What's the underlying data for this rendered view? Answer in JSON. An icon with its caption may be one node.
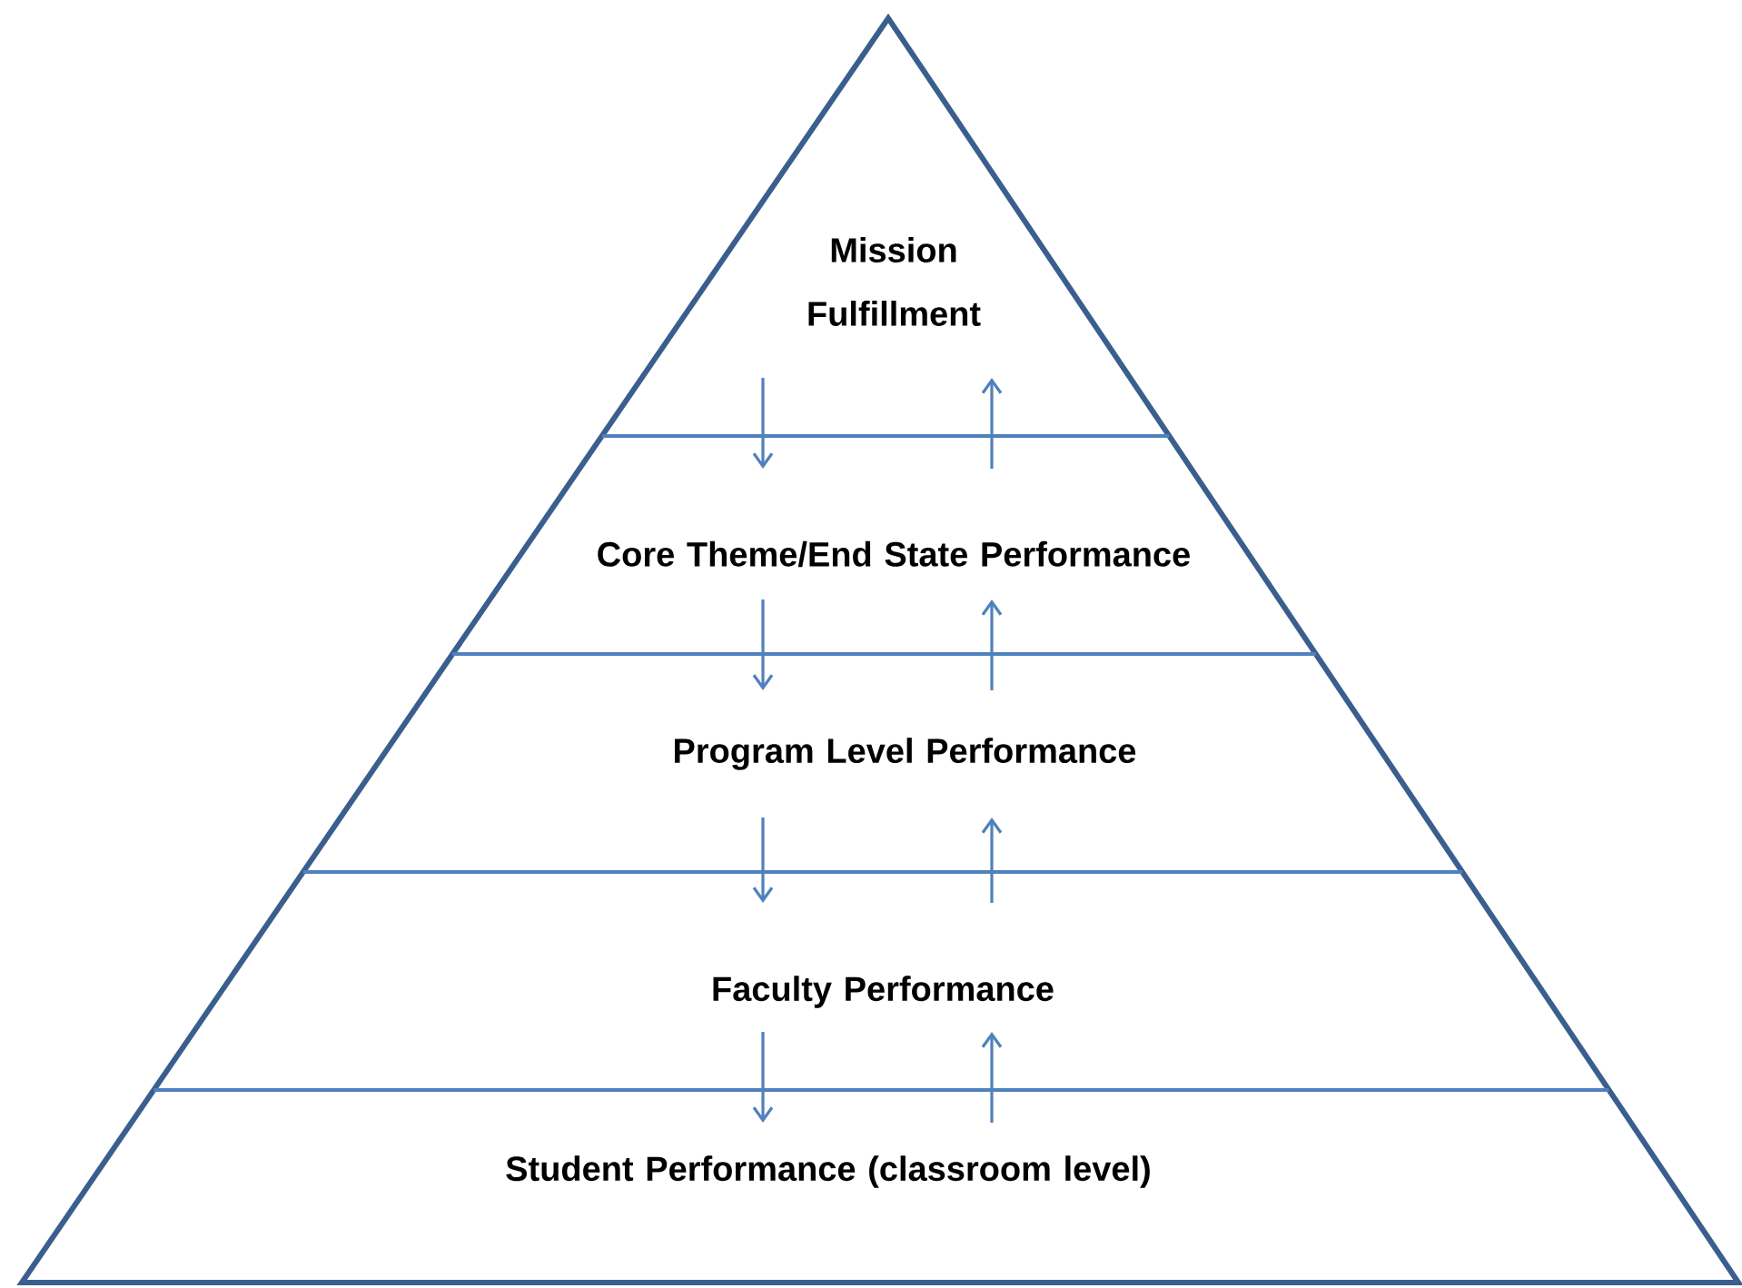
{
  "diagram": {
    "nodes": [
      {
        "text": [
          "Mission Fulfillment"
        ]
      },
      {
        "text": [
          "Core Theme/End State Performance"
        ]
      },
      {
        "text": [
          "Program Level Performance"
        ]
      },
      {
        "text": [
          "Faculty Performance"
        ]
      },
      {
        "text": [
          "Student Performance (classroom level)"
        ]
      }
    ],
    "edges": [
      {
        "from": 0,
        "to": 1,
        "arrow": "to"
      },
      {
        "from": 1,
        "to": 0,
        "arrow": "to"
      },
      {
        "from": 1,
        "to": 2,
        "arrow": "to"
      },
      {
        "from": 2,
        "to": 1,
        "arrow": "to"
      },
      {
        "from": 2,
        "to": 3,
        "arrow": "to"
      },
      {
        "from": 3,
        "to": 2,
        "arrow": "to"
      },
      {
        "from": 3,
        "to": 4,
        "arrow": "to"
      },
      {
        "from": 4,
        "to": 3,
        "arrow": "to"
      }
    ]
  }
}
